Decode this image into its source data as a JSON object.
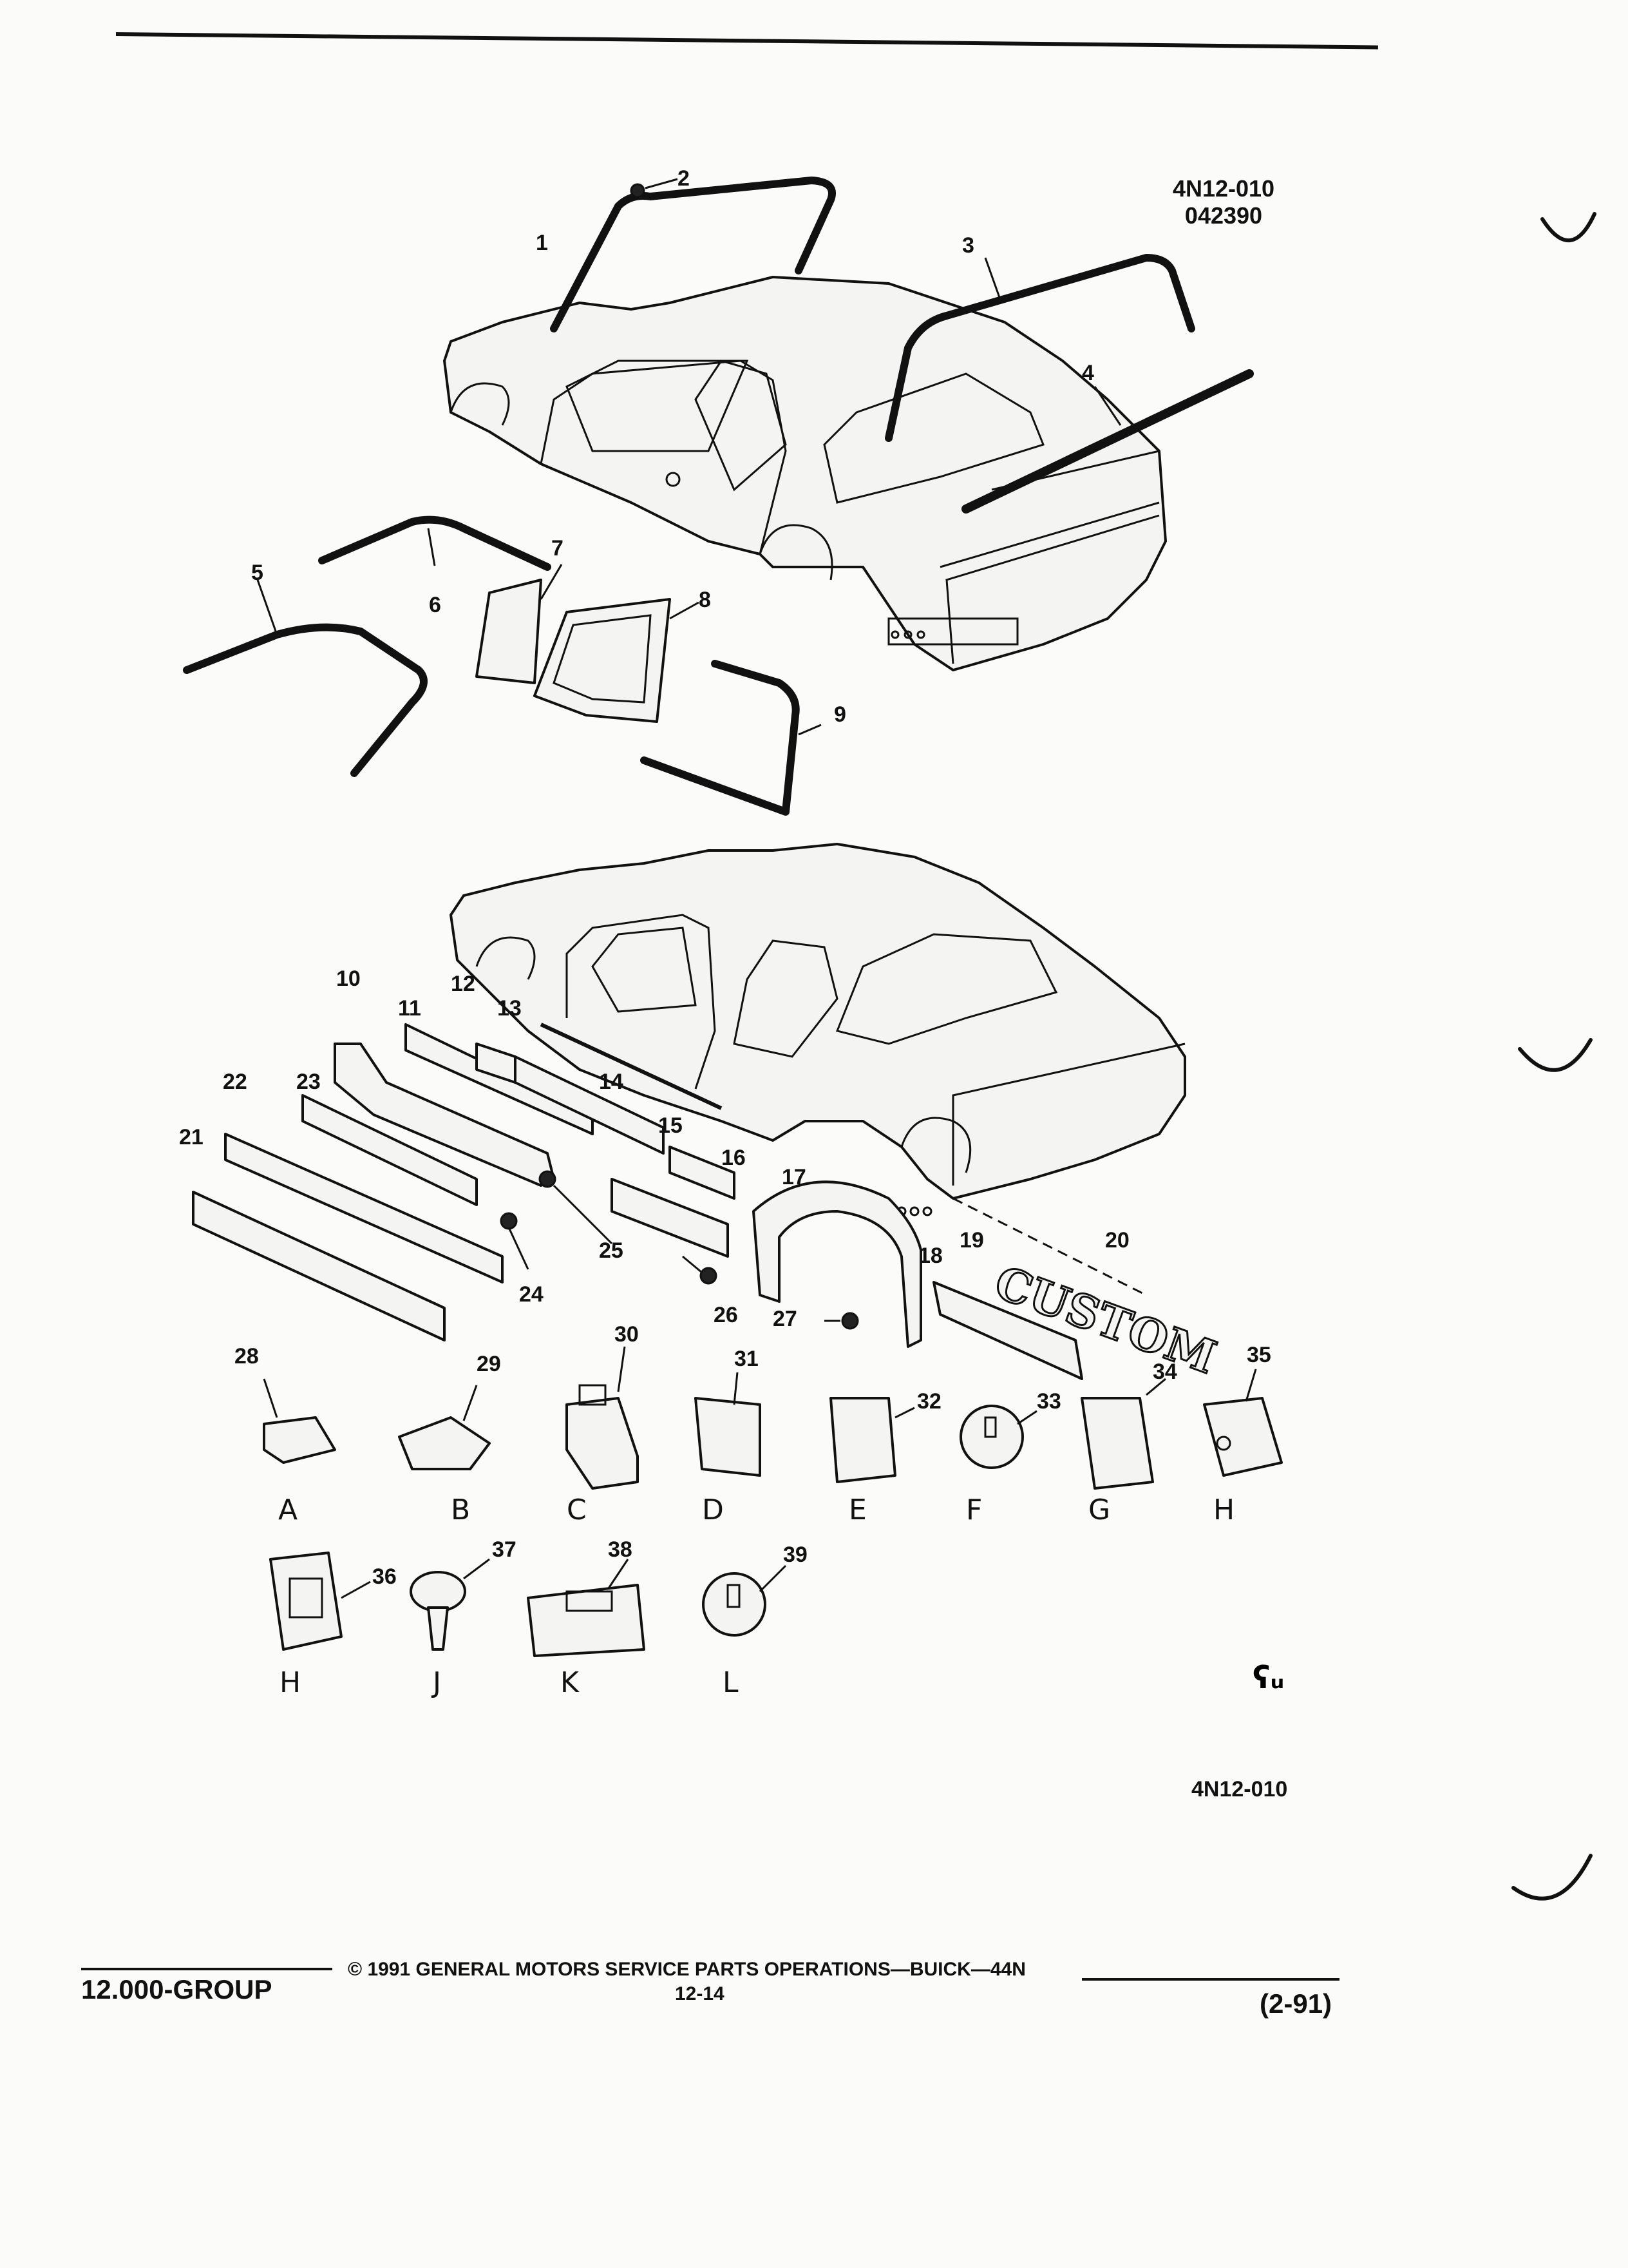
{
  "header": {
    "code": "4N12-010",
    "date_code": "042390"
  },
  "figure_code": "4N12-010",
  "callouts": [
    "1",
    "2",
    "3",
    "4",
    "5",
    "6",
    "7",
    "8",
    "9",
    "10",
    "11",
    "12",
    "13",
    "14",
    "15",
    "16",
    "17",
    "18",
    "19",
    "20",
    "21",
    "22",
    "23",
    "24",
    "25",
    "26",
    "27",
    "28",
    "29",
    "30",
    "31",
    "32",
    "33",
    "34",
    "35",
    "36",
    "37",
    "38",
    "39"
  ],
  "letters_row1": [
    "A",
    "B",
    "C",
    "D",
    "E",
    "F",
    "G",
    "H"
  ],
  "letters_row2": [
    "H",
    "J",
    "K",
    "L"
  ],
  "emblem_text": "CUSTOM",
  "footer": {
    "group": "12.000-GROUP",
    "copyright": "© 1991 GENERAL MOTORS SERVICE PARTS OPERATIONS—BUICK—44N",
    "page": "12-14",
    "revision": "(2-91)"
  }
}
